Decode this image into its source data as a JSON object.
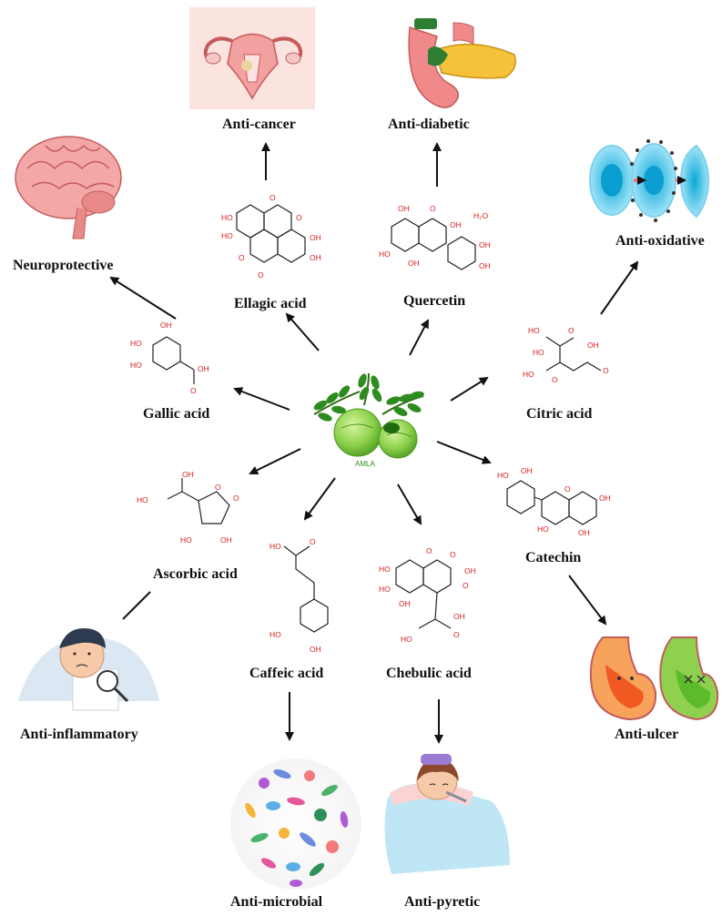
{
  "center": {
    "label": "AMLA"
  },
  "compounds": {
    "ellagic": "Ellagic acid",
    "quercetin": "Quercetin",
    "gallic": "Gallic acid",
    "citric": "Citric acid",
    "ascorbic": "Ascorbic acid",
    "catechin": "Catechin",
    "caffeic": "Caffeic acid",
    "chebulic": "Chebulic acid"
  },
  "effects": {
    "anticancer": "Anti-cancer",
    "antidiabetic": "Anti-diabetic",
    "neuroprotective": "Neuroprotective",
    "antioxidative": "Anti-oxidative",
    "antiinflammatory": "Anti-inflammatory",
    "antiulcer": "Anti-ulcer",
    "antimicrobial": "Anti-microbial",
    "antipyretic": "Anti-pyretic"
  },
  "chem_labels": {
    "oh": "OH",
    "ho": "HO",
    "o": "O",
    "h2o": "H₂O"
  },
  "colors": {
    "heteroatom": "#d62020",
    "amla_green": "#7dc642",
    "leaf_green": "#2e8b1e"
  }
}
